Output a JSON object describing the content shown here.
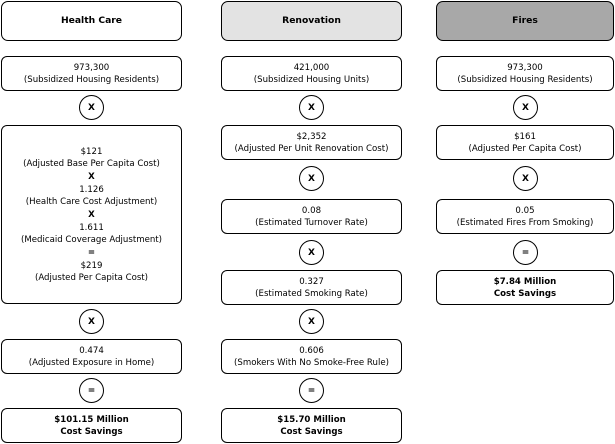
{
  "columns": {
    "health_care": {
      "header": "Health Care",
      "residents": {
        "value": "973,300",
        "label": "(Subsidized Housing Residents)"
      },
      "op1": "X",
      "calc": {
        "base_value": "$121",
        "base_label": "(Adjusted Base Per Capita Cost)",
        "op_a": "X",
        "adj_value": "1.126",
        "adj_label": "(Health Care Cost Adjustment)",
        "op_b": "X",
        "medicaid_value": "1.611",
        "medicaid_label": "(Medicaid Coverage Adjustment)",
        "op_c": "=",
        "result_value": "$219",
        "result_label": "(Adjusted Per Capita Cost)"
      },
      "op2": "X",
      "exposure": {
        "value": "0.474",
        "label": "(Adjusted Exposure in Home)"
      },
      "op3": "=",
      "total": {
        "amount": "$101.15 Million",
        "label": "Cost Savings"
      }
    },
    "renovation": {
      "header": "Renovation",
      "units": {
        "value": "421,000",
        "label": "(Subsidized Housing Units)"
      },
      "op1": "X",
      "unit_cost": {
        "value": "$2,352",
        "label": "(Adjusted Per Unit Renovation Cost)"
      },
      "op2": "X",
      "turnover": {
        "value": "0.08",
        "label": "(Estimated Turnover Rate)"
      },
      "op3": "X",
      "smoking": {
        "value": "0.327",
        "label": "(Estimated Smoking Rate)"
      },
      "op4": "X",
      "no_rule": {
        "value": "0.606",
        "label": "(Smokers With No Smoke-Free Rule)"
      },
      "op5": "=",
      "total": {
        "amount": "$15.70 Million",
        "label": "Cost Savings"
      }
    },
    "fires": {
      "header": "Fires",
      "residents": {
        "value": "973,300",
        "label": "(Subsidized Housing Residents)"
      },
      "op1": "X",
      "per_capita": {
        "value": "$161",
        "label": "(Adjusted Per Capita Cost)"
      },
      "op2": "X",
      "fires_smoking": {
        "value": "0.05",
        "label": "(Estimated Fires From Smoking)"
      },
      "op3": "=",
      "total": {
        "amount": "$7.84 Million",
        "label": "Cost Savings"
      }
    }
  },
  "colors": {
    "header_health": "#ffffff",
    "header_renovation": "#e3e3e3",
    "header_fires": "#a8a8a8",
    "border": "#000000"
  }
}
